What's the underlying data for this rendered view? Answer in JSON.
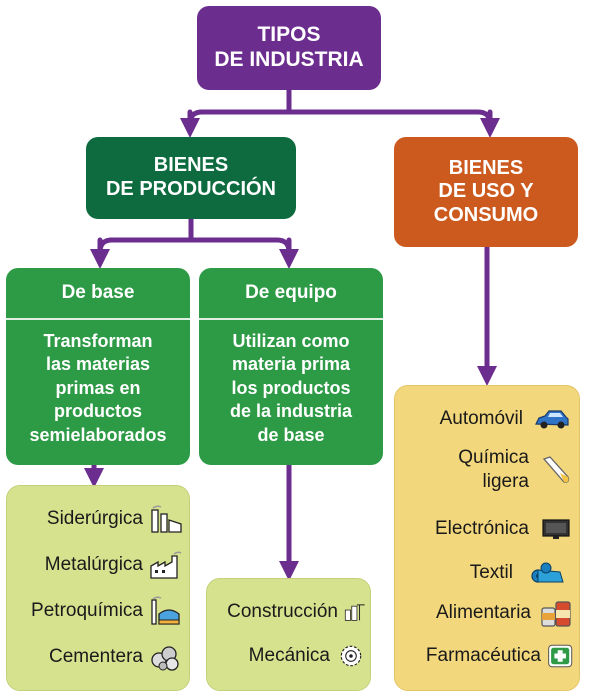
{
  "root": {
    "lines": [
      "TIPOS",
      "DE INDUSTRIA"
    ]
  },
  "bienes_produccion": {
    "lines": [
      "BIENES",
      "DE PRODUCCIÓN"
    ]
  },
  "bienes_uso": {
    "lines": [
      "BIENES",
      "DE USO Y",
      "CONSUMO"
    ]
  },
  "de_base": {
    "title": "De base",
    "desc_lines": [
      "Transforman",
      "las materias",
      "primas en",
      "productos",
      "semielaborados"
    ],
    "items": [
      {
        "label": "Siderúrgica",
        "icon": "steel-plant-icon"
      },
      {
        "label": "Metalúrgica",
        "icon": "factory-icon"
      },
      {
        "label": "Petroquímica",
        "icon": "refinery-icon"
      },
      {
        "label": "Cementera",
        "icon": "rocks-icon"
      }
    ]
  },
  "de_equipo": {
    "title": "De equipo",
    "desc_lines": [
      "Utilizan como",
      "materia prima",
      "los productos",
      "de la industria",
      "de base"
    ],
    "items": [
      {
        "label": "Construcción",
        "icon": "building-crane-icon"
      },
      {
        "label": "Mecánica",
        "icon": "gear-icon"
      }
    ]
  },
  "uso_consumo": {
    "items": [
      {
        "label_lines": [
          "Automóvil"
        ],
        "icon": "car-icon"
      },
      {
        "label_lines": [
          "Química",
          "ligera"
        ],
        "icon": "test-tube-icon"
      },
      {
        "label_lines": [
          "Electrónica"
        ],
        "icon": "television-icon"
      },
      {
        "label_lines": [
          "Textil"
        ],
        "icon": "fabric-roll-icon"
      },
      {
        "label_lines": [
          "Alimentaria"
        ],
        "icon": "canned-food-icon"
      },
      {
        "label_lines": [
          "Farmacéutica"
        ],
        "icon": "medical-cross-icon"
      }
    ]
  },
  "colors": {
    "purple": "#6b2d8e",
    "dark_green": "#0d6b3f",
    "orange": "#cc5a1f",
    "green": "#2d9a46",
    "connector": "#6b2d8e",
    "panel_green": "#d7e28f",
    "panel_yellow": "#f2d77c"
  }
}
